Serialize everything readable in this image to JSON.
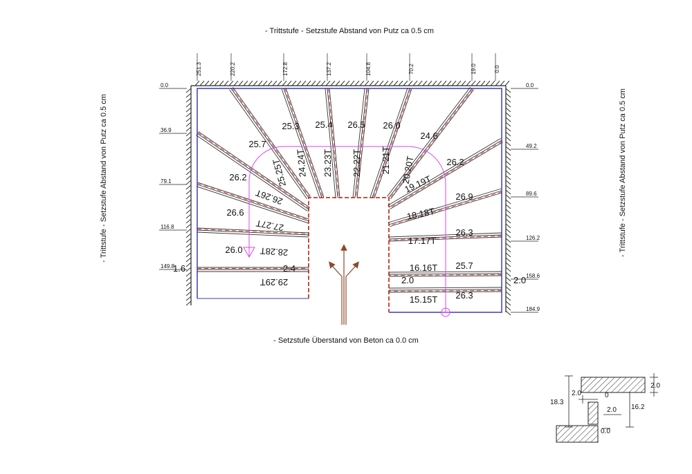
{
  "captions": {
    "top": "- Trittstufe - Setzstufe Abstand von Putz ca 0.5 cm",
    "left": "- Trittstufe - Setzstufe Abstand von Putz ca 0.5 cm",
    "right": "- Trittstufe - Setzstufe Abstand von Putz ca 0.5 cm",
    "bottom": "- Setzstufe Überstand von Beton ca 0.0 cm"
  },
  "top_dimensions": [
    "251.3",
    "220.2",
    "172.8",
    "137.2",
    "104.8",
    "70.2",
    "19.0",
    "0.0"
  ],
  "left_dimensions": [
    "0.0",
    "36.9",
    "79.1",
    "116.8",
    "149.8"
  ],
  "right_dimensions": [
    "0.0",
    "49.2",
    "89.6",
    "126.2",
    "158.6",
    "184.9"
  ],
  "step_labels": [
    "29.29T",
    "28.28T",
    "27.27T",
    "26.26T",
    "25.25T",
    "24.24T",
    "23.23T",
    "22.22T",
    "21.21T",
    "20.20T",
    "19.19T",
    "18.18T",
    "17.17T",
    "16.16T",
    "15.15T"
  ],
  "tread_depths": [
    "26.0",
    "26.6",
    "26.2",
    "25.7",
    "25.3",
    "25.4",
    "26.5",
    "26.0",
    "24.6",
    "26.2",
    "26.9",
    "26.3",
    "25.7",
    "26.3"
  ],
  "landing_values": {
    "left_gap": "1.6",
    "left_step": "2.4",
    "right_step": "2.0",
    "right_gap": "2.0"
  },
  "detail": {
    "total": "18.3",
    "riser_height": "16.2",
    "top_gap": "2.0",
    "tread_overhang": "2.0",
    "nose": "2.0",
    "riser_thickness": "2.0",
    "bottom_gap": "0.0",
    "zero_mark": "0"
  }
}
